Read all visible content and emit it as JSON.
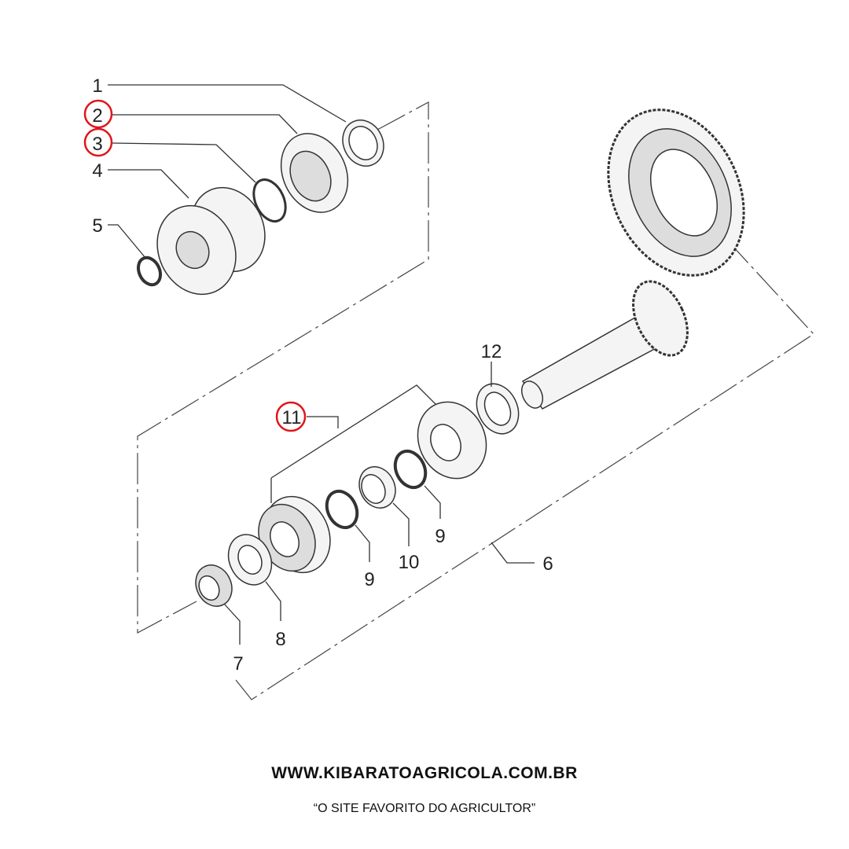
{
  "diagram": {
    "labels": [
      "1",
      "2",
      "3",
      "4",
      "5",
      "6",
      "7",
      "8",
      "9",
      "9",
      "10",
      "11",
      "12"
    ],
    "highlighted_labels": [
      "2",
      "3",
      "11"
    ],
    "highlight_color": "#e0151b"
  },
  "footer": {
    "website": "WWW.KIBARATOAGRICOLA.COM.BR",
    "slogan": "“O SITE FAVORITO DO AGRICULTOR”"
  }
}
